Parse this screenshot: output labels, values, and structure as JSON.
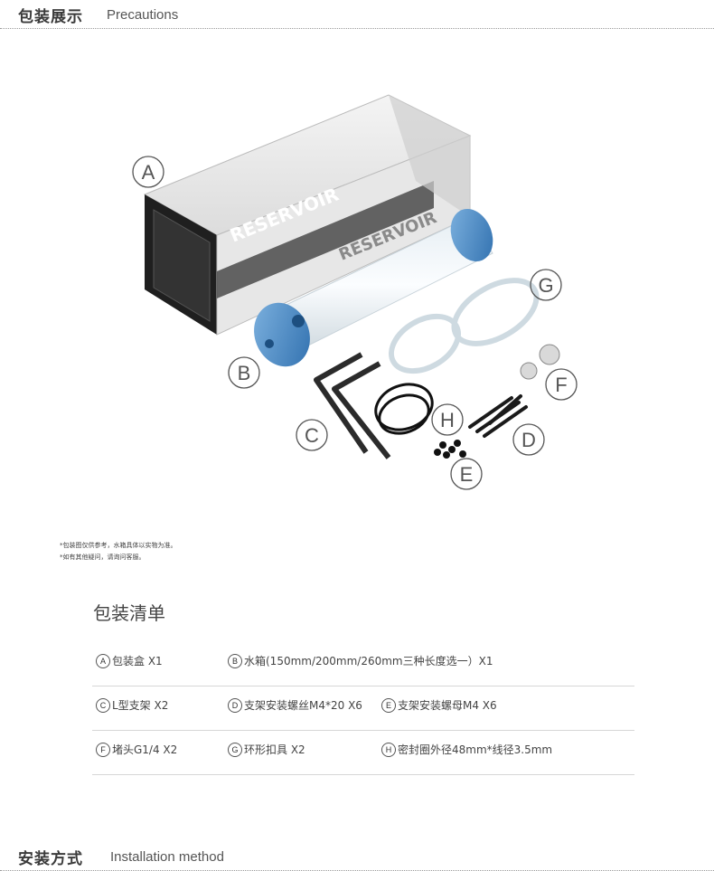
{
  "header": {
    "title_zh": "包装展示",
    "title_en": "Precautions"
  },
  "photo": {
    "box_brand": "RESERVOIR",
    "tube_print": "RESERVOIR",
    "callouts": [
      {
        "letter": "A"
      },
      {
        "letter": "B"
      },
      {
        "letter": "C"
      },
      {
        "letter": "D"
      },
      {
        "letter": "E"
      },
      {
        "letter": "F"
      },
      {
        "letter": "G"
      },
      {
        "letter": "H"
      }
    ]
  },
  "notes": [
    "*包装图仅供参考，水箱具体以实物为准。",
    "*如有其他疑问，请询问客服。"
  ],
  "packing_list": {
    "title": "包装清单",
    "rows": [
      [
        {
          "letter": "A",
          "text": "包装盒 X1"
        },
        {
          "letter": "B",
          "text": "水箱(150mm/200mm/260mm三种长度选一）X1"
        }
      ],
      [
        {
          "letter": "C",
          "text": "L型支架 X2"
        },
        {
          "letter": "D",
          "text": "支架安装螺丝M4*20 X6"
        },
        {
          "letter": "E",
          "text": "支架安装螺母M4 X6"
        }
      ],
      [
        {
          "letter": "F",
          "text": "堵头G1/4 X2"
        },
        {
          "letter": "G",
          "text": "环形扣具 X2"
        },
        {
          "letter": "H",
          "text": "密封圈外径48mm*线径3.5mm"
        }
      ]
    ]
  },
  "footer_header": {
    "title_zh": "安装方式",
    "title_en": "Installation method"
  }
}
